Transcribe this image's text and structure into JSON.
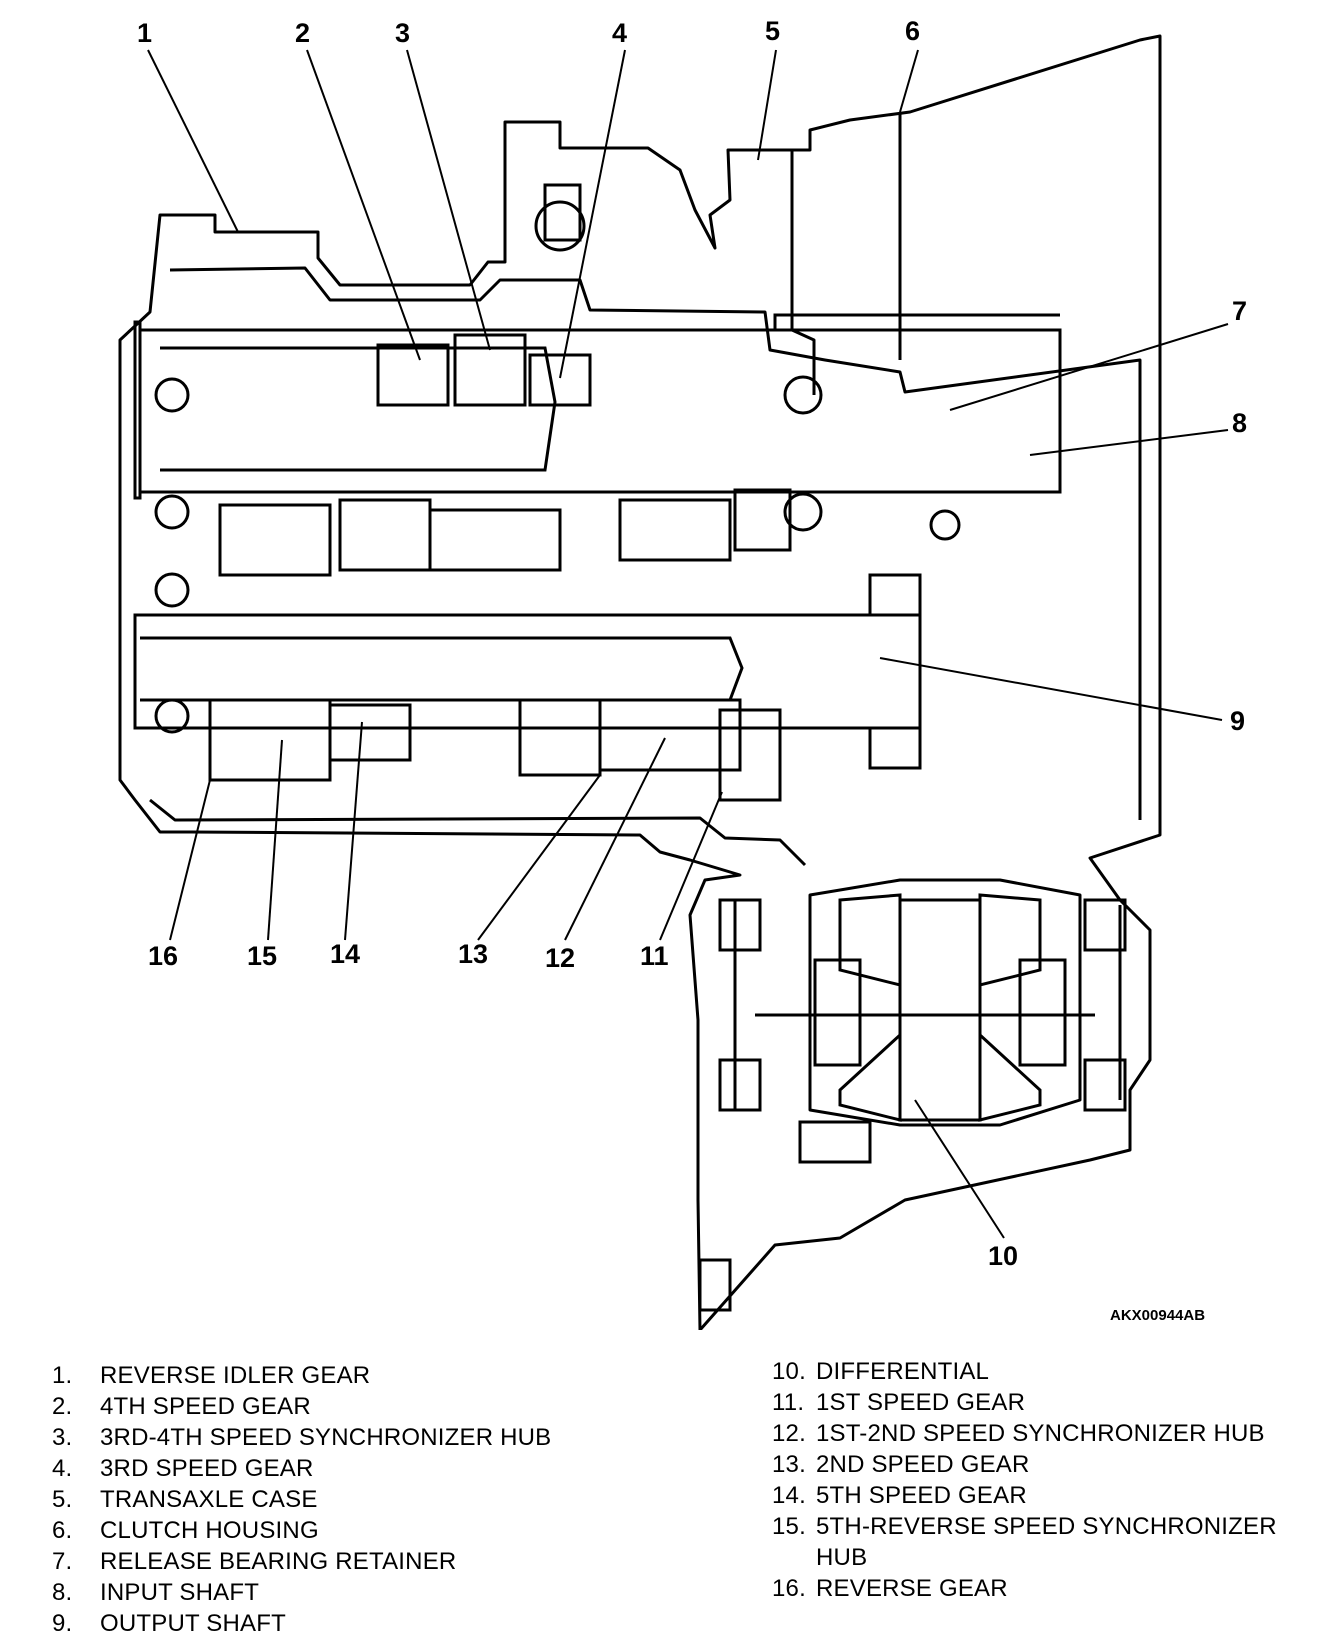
{
  "diagram_code": "AKX00944AB",
  "callouts": [
    "1",
    "2",
    "3",
    "4",
    "5",
    "6",
    "7",
    "8",
    "9",
    "10",
    "11",
    "12",
    "13",
    "14",
    "15",
    "16"
  ],
  "legend": {
    "left": [
      {
        "num": "1.",
        "label": "REVERSE IDLER GEAR"
      },
      {
        "num": "2.",
        "label": "4TH SPEED GEAR"
      },
      {
        "num": "3.",
        "label": "3RD-4TH SPEED SYNCHRONIZER HUB"
      },
      {
        "num": "4.",
        "label": "3RD SPEED GEAR"
      },
      {
        "num": "5.",
        "label": "TRANSAXLE CASE"
      },
      {
        "num": "6.",
        "label": "CLUTCH HOUSING"
      },
      {
        "num": "7.",
        "label": "RELEASE BEARING RETAINER"
      },
      {
        "num": "8.",
        "label": "INPUT SHAFT"
      },
      {
        "num": "9.",
        "label": "OUTPUT SHAFT"
      }
    ],
    "right": [
      {
        "num": "10.",
        "label": "DIFFERENTIAL"
      },
      {
        "num": "11.",
        "label": "1ST SPEED GEAR"
      },
      {
        "num": "12.",
        "label": "1ST-2ND SPEED SYNCHRONIZER HUB"
      },
      {
        "num": "13.",
        "label": "2ND SPEED GEAR"
      },
      {
        "num": "14.",
        "label": "5TH SPEED GEAR"
      },
      {
        "num": "15.",
        "label": "5TH-REVERSE SPEED SYNCHRONIZER HUB"
      },
      {
        "num": "16.",
        "label": "REVERSE GEAR"
      }
    ]
  }
}
